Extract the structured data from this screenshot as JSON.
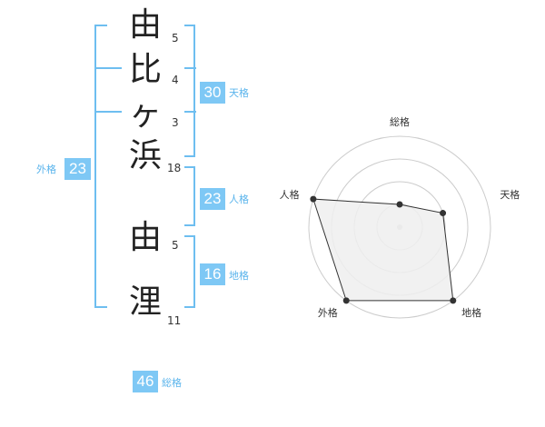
{
  "name": {
    "characters": [
      {
        "char": "由",
        "strokes": "5"
      },
      {
        "char": "比",
        "strokes": "4"
      },
      {
        "char": "ヶ",
        "strokes": "3"
      },
      {
        "char": "浜",
        "strokes": "18"
      },
      {
        "char": "由",
        "strokes": "5"
      },
      {
        "char": "浬",
        "strokes": "11"
      }
    ]
  },
  "kakusu": {
    "tenkaku": {
      "value": "30",
      "label": "天格"
    },
    "jinkaku": {
      "value": "23",
      "label": "人格"
    },
    "chikaku": {
      "value": "16",
      "label": "地格"
    },
    "gaikaku": {
      "value": "23",
      "label": "外格"
    },
    "soukaku": {
      "value": "46",
      "label": "総格"
    }
  },
  "colors": {
    "accent": "#7ec8f5",
    "bracket": "#6ebef0",
    "polygon_fill": "#eeeeee",
    "ring": "#cccccc"
  },
  "chart_data": {
    "type": "radar",
    "axes": [
      "総格",
      "天格",
      "地格",
      "外格",
      "人格"
    ],
    "rings": 4,
    "values": [
      1,
      2,
      4,
      4,
      4
    ],
    "max": 4
  }
}
